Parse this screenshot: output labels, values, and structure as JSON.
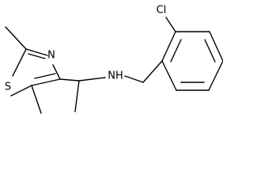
{
  "molecule": {
    "atoms": {
      "sulfur": "S",
      "nitrogen_ring": "N",
      "amine": "NH",
      "chlorine": "Cl"
    },
    "colors": {
      "bond": "#000000",
      "label": "#000000",
      "background": "#ffffff"
    }
  }
}
